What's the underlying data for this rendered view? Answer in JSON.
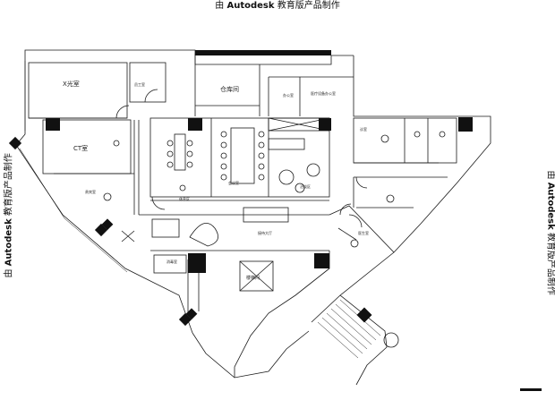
{
  "watermark": {
    "prefix": "由",
    "brand": "Autodesk",
    "suffix": "教育版产品制作"
  },
  "rooms": {
    "xray": "X光室",
    "warehouse": "仓库间",
    "ct": "CT室",
    "staff": "员工室",
    "office_a": "办公室",
    "office_b": "医疗设备办公室",
    "meeting": "会议室",
    "rest": "休息区",
    "reception": "接待大厅",
    "consult": "诊室",
    "small_meeting": "洽谈区",
    "vip": "贵宾室",
    "disinfect": "消毒室",
    "stair": "楼梯间",
    "doctor": "医生室"
  },
  "colors": {
    "line": "#1a1a1a",
    "column": "#111111"
  }
}
